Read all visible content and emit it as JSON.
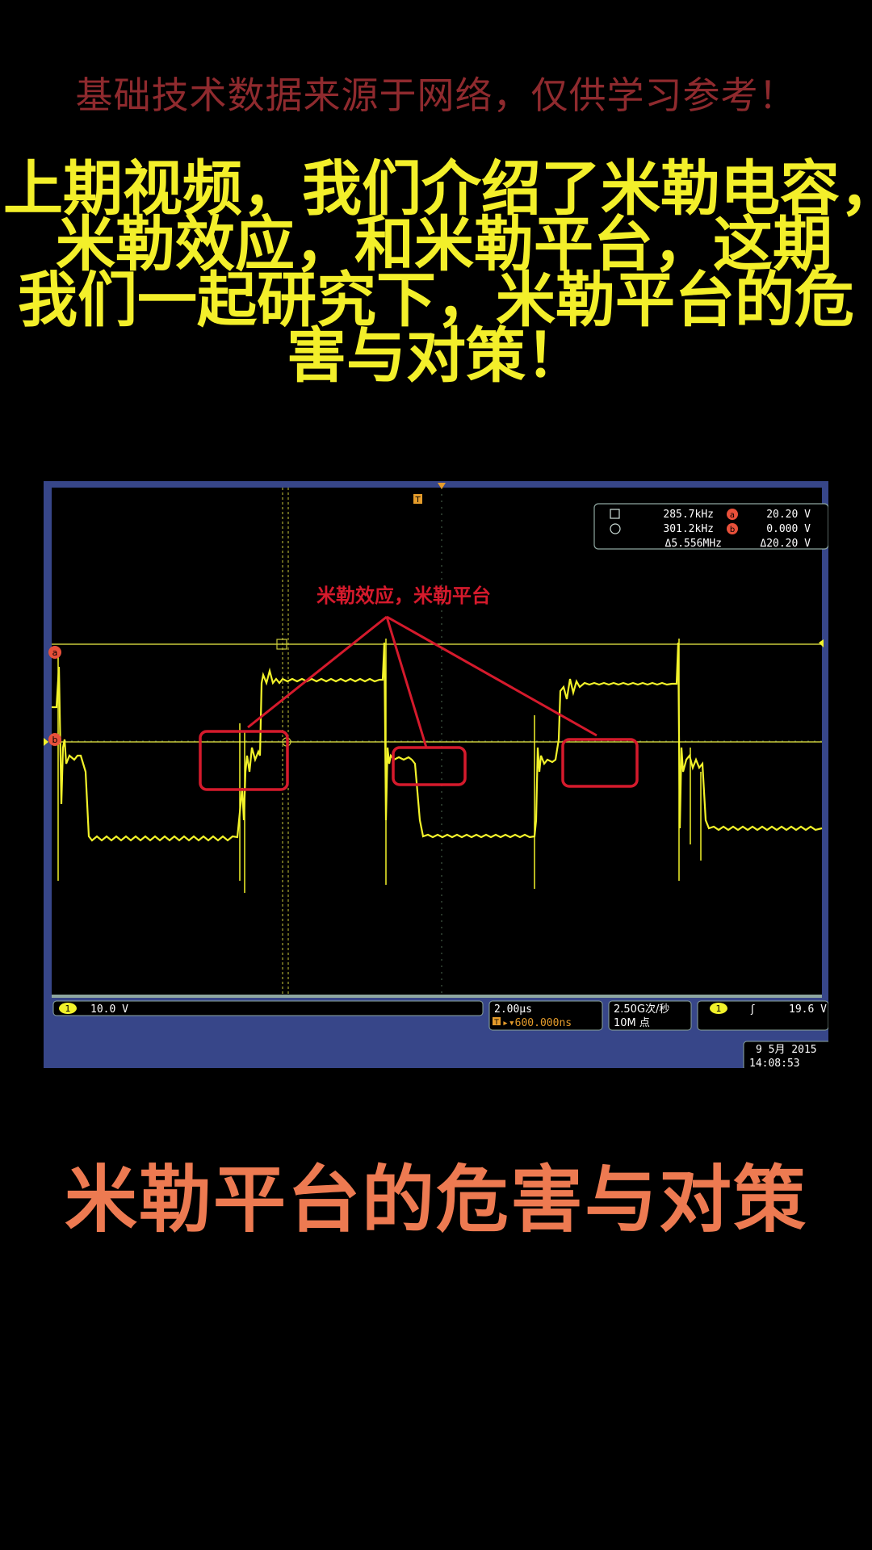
{
  "header": {
    "disclaimer": "基础技术数据来源于网络，仅供学习参考！",
    "intro_lines": [
      "上期视频，我们介绍了米勒电容，",
      "米勒效应，和米勒平台，这期",
      "我们一起研究下，米勒平台的危",
      "害与对策！"
    ]
  },
  "scope": {
    "annotation": "米勒效应，米勒平台",
    "marker_a_label": "a",
    "marker_b_label": "b",
    "trigger_label": "T",
    "readout": {
      "freq1": "285.7kHz",
      "freq2": "301.2kHz",
      "delta_freq": "Δ5.556MHz",
      "volt_a": "20.20 V",
      "volt_b": "0.000 V",
      "delta_volt": "Δ20.20 V"
    },
    "status": {
      "channel_num": "1",
      "channel_scale": "10.0 V",
      "timebase": "2.00µs",
      "trigger_pos_tag": "T",
      "trigger_pos": "▸▾600.000ns",
      "sample_rate": "2.50G次/秒",
      "record_length": "10M 点",
      "trigger_channel": "1",
      "trigger_slope": "ʃ",
      "trigger_level": "19.6 V",
      "date": "9 5月 2015",
      "time": "14:08:53"
    },
    "colors": {
      "trace": "#f2f22a",
      "annotation": "#d51a2c",
      "graticule": "#4e6a52",
      "panel": "#374689",
      "cursor_marker": "#e8503a"
    }
  },
  "footer": {
    "title": "米勒平台的危害与对策"
  }
}
